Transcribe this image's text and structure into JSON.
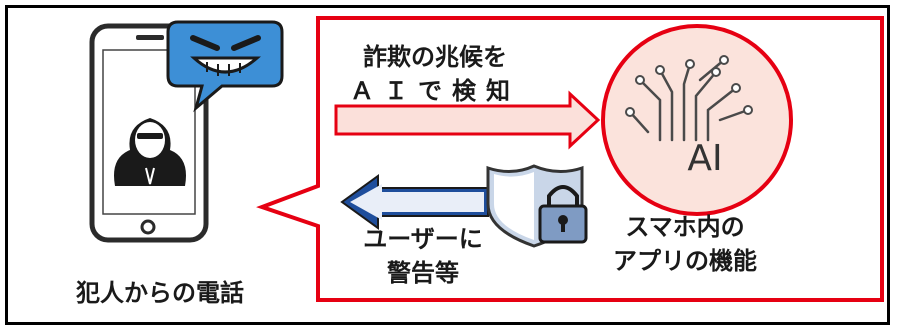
{
  "captions": {
    "detect": [
      "詐欺の兆候を",
      "ＡＩで検知"
    ],
    "warn": [
      "ユーザーに",
      "警告等"
    ],
    "app": [
      "スマホ内の",
      "アプリの機能"
    ],
    "caller": "犯人からの電話"
  },
  "ai_badge": "AI",
  "icons": {
    "phone": "smartphone-icon",
    "criminal": "hooded-criminal-icon",
    "bubble": "evil-grin-speech-bubble-icon",
    "ai": "ai-circuit-brain-icon",
    "shield": "shield-lock-icon"
  },
  "colors": {
    "border": "#000000",
    "callout": "#e60012",
    "arrow_right_fill": "#fbe0da",
    "arrow_left_fill": "#1f4e9c",
    "ai_circle_fill": "#fbe3dc",
    "bubble_fill": "#3d8fd6"
  }
}
